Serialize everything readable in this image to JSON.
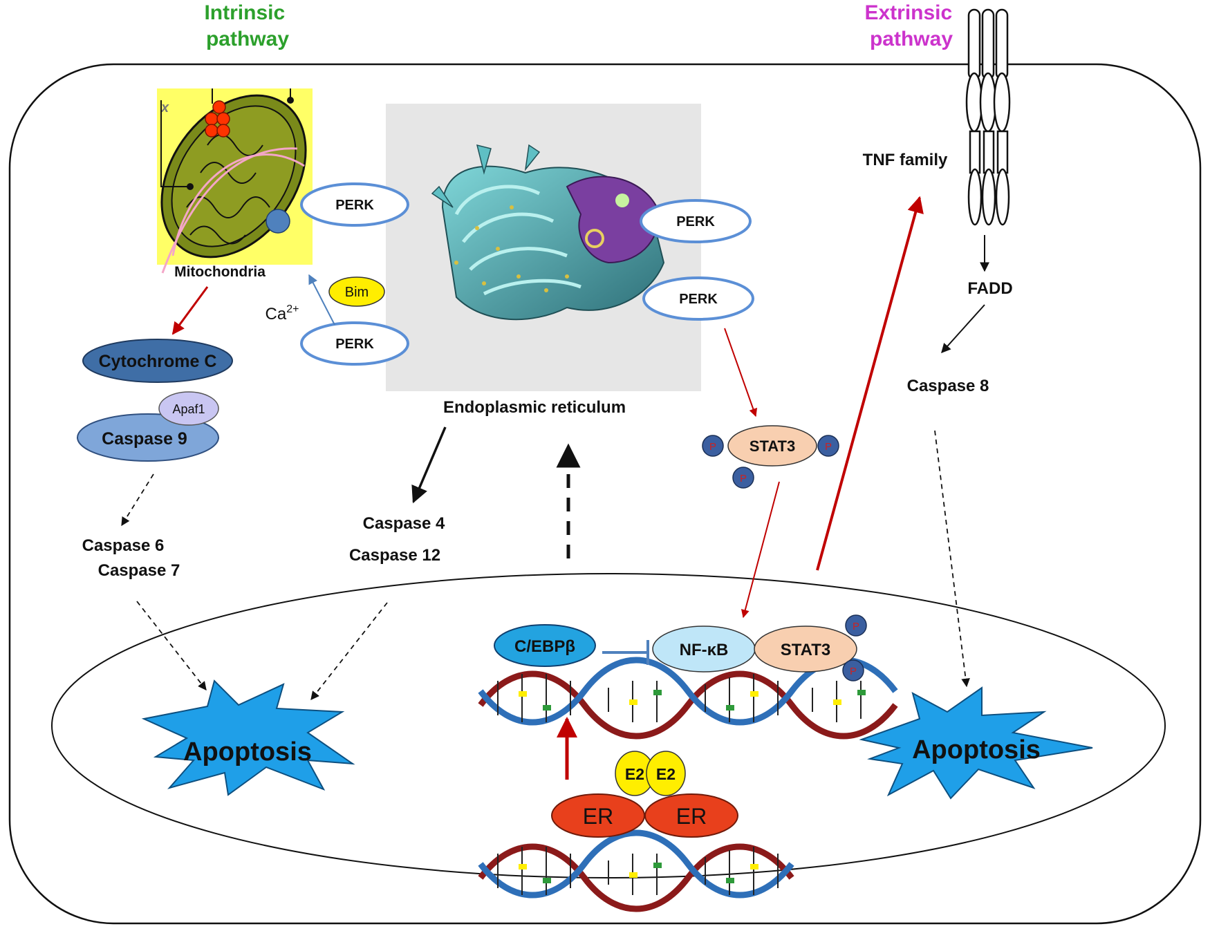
{
  "labels": {
    "intrinsic": "Intrinsic pathway",
    "extrinsic": "Extrinsic pathway",
    "mitochondria": "Mitochondria",
    "er": "Endoplasmic reticulum",
    "tnf": "TNF family",
    "fadd": "FADD",
    "caspase8": "Caspase 8",
    "cytochrome": "Cytochrome C",
    "apaf1": "Apaf1",
    "caspase9": "Caspase 9",
    "caspase6": "Caspase 6",
    "caspase7": "Caspase 7",
    "caspase4": "Caspase 4",
    "caspase12": "Caspase 12",
    "perk": "PERK",
    "bim": "Bim",
    "ca": "Ca",
    "ca_sup": "2+",
    "stat3": "STAT3",
    "p": "P",
    "cebpb": "C/EBPβ",
    "nfkb": "NF-κB",
    "apoptosis": "Apoptosis",
    "er_receptor": "ER",
    "e2": "E2",
    "mito_fragment": "x"
  },
  "colors": {
    "intrinsic": "#2ca02c",
    "extrinsic": "#cc33cc",
    "red_arrow": "#c00000",
    "blue_arrow": "#4f81bd",
    "perk_stroke": "#5b8fd6",
    "apoptosis": "#1f9fe8",
    "er_receptor": "#e8401c",
    "e2": "#ffee00",
    "cytochrome": "#3f6ea6",
    "caspase9": "#7fa6d9",
    "apaf1": "#c9c6f2",
    "stat3": "#f8cfb0",
    "p_circle": "#3b5fa0",
    "cebpb": "#23a3e0",
    "nfkb": "#bfe6f8",
    "mito_bg": "#ffff66"
  }
}
